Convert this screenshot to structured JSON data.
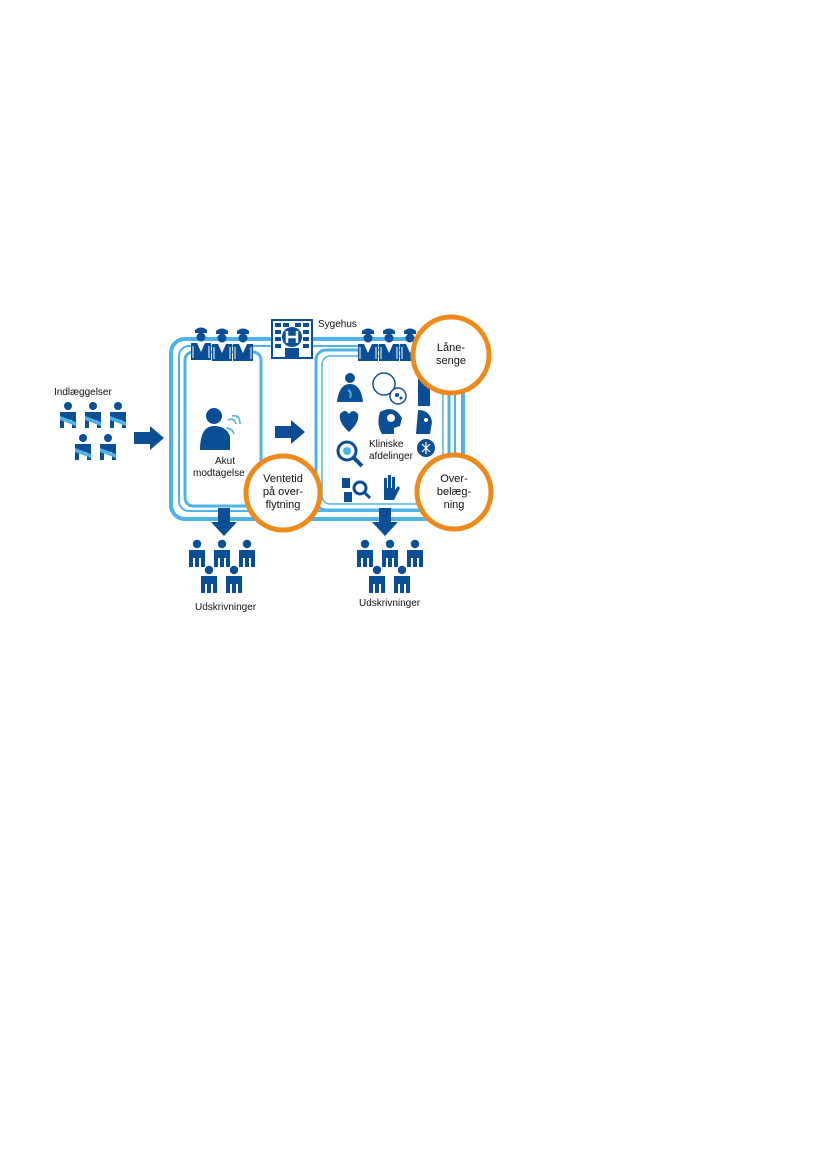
{
  "diagram": {
    "title": "Sygehus",
    "admissions_label": "Indlæggelser",
    "emergency_label": [
      "Akut",
      "modtagelse"
    ],
    "clinical_label": [
      "Kliniske",
      "afdelinger"
    ],
    "discharges_left_label": "Udskrivninger",
    "discharges_right_label": "Udskrivninger",
    "circles": {
      "waiting": [
        "Ventetid",
        "på over-",
        "flytning"
      ],
      "borrowed_beds": [
        "Låne-",
        "senge"
      ],
      "overcrowding": [
        "Over-",
        "belæg-",
        "ning"
      ]
    },
    "colors": {
      "dark_blue": "#0a4e96",
      "light_blue": "#4fb3ea",
      "mid_blue": "#3a8fd6",
      "orange": "#ee8a1a"
    }
  }
}
